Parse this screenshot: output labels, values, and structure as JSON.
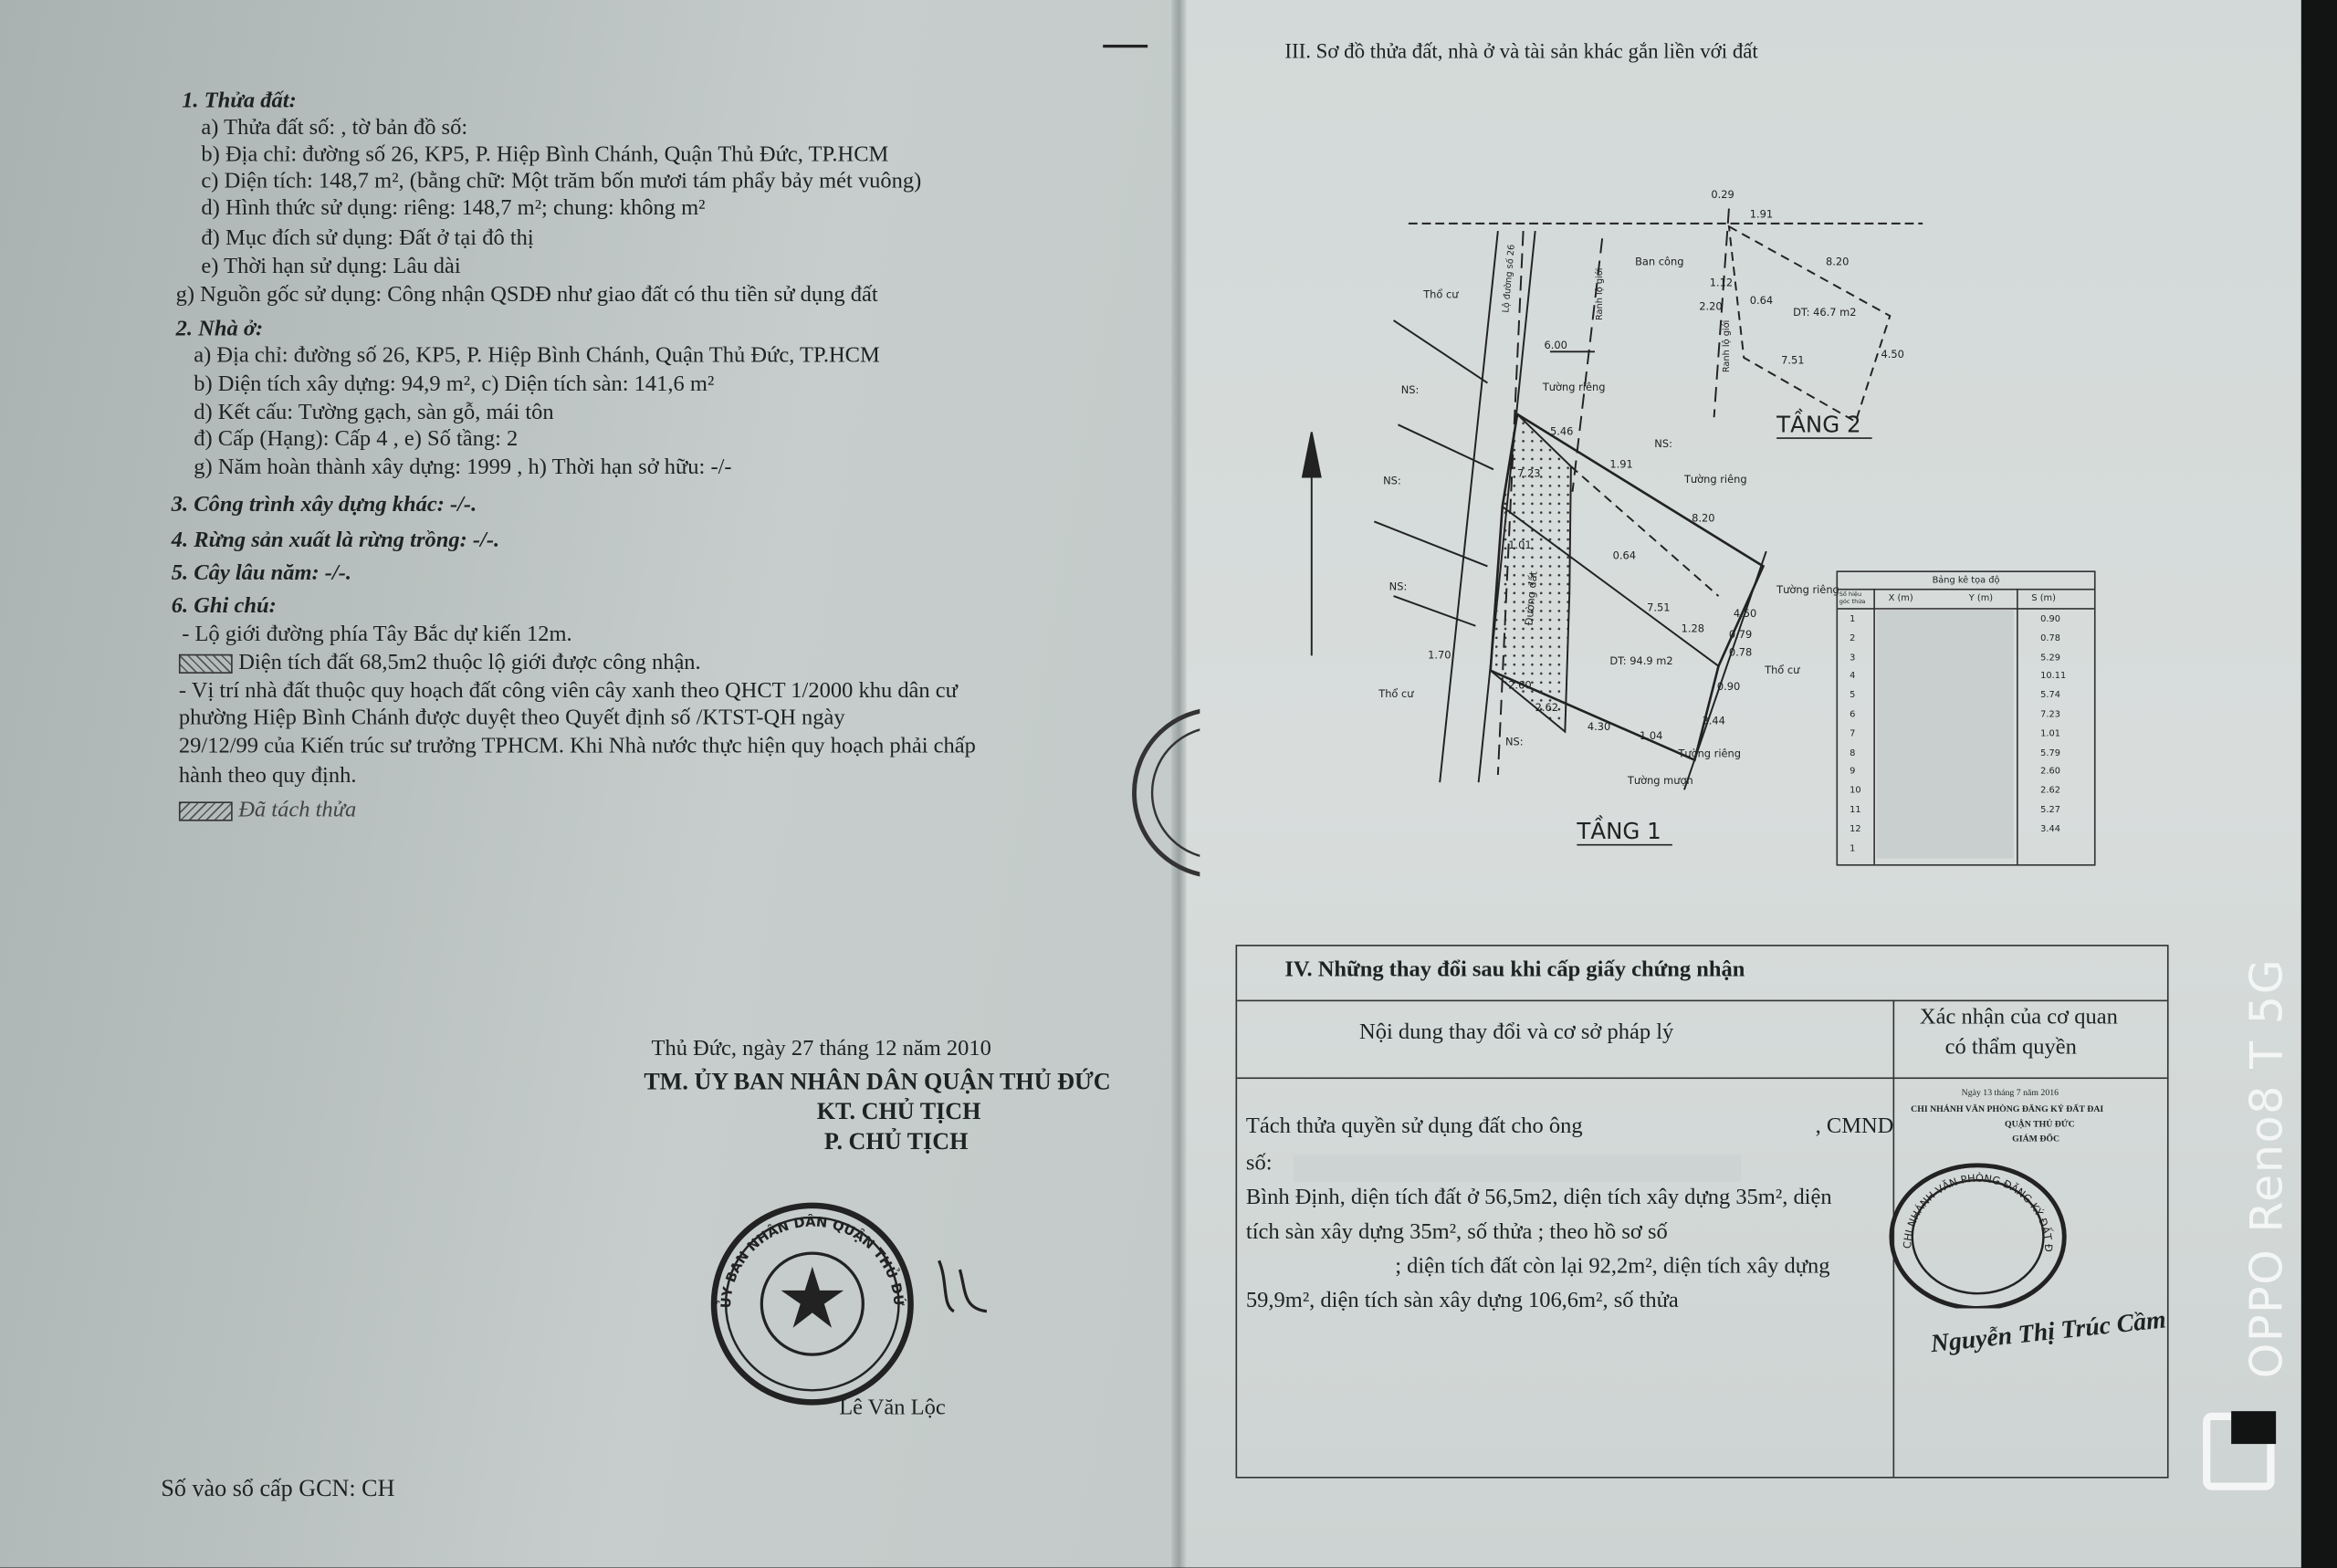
{
  "left_page": {
    "s1_title": "1. Thửa đất:",
    "s1_a": "a) Thửa đất số:                      , tờ bản đồ số:",
    "s1_b": "b) Địa chỉ:          đường số 26, KP5, P. Hiệp Bình Chánh, Quận Thủ Đức, TP.HCM",
    "s1_c": "c) Diện tích:          148,7    m², (bằng chữ: Một trăm bốn mươi tám phẩy bảy mét vuông)",
    "s1_d": "d) Hình thức sử dụng: riêng:  148,7          m²; chung:    không            m²",
    "s1_dd": "đ) Mục đích sử dụng:  Đất ở tại đô thị",
    "s1_e": "e) Thời hạn sử dụng:  Lâu dài",
    "s1_g": "g) Nguồn gốc sử dụng:  Công nhận QSDĐ như giao đất có thu tiền sử dụng đất",
    "s2_title": "2. Nhà ở:",
    "s2_a": "a) Địa chỉ:          đường số 26, KP5, P. Hiệp Bình Chánh, Quận Thủ Đức, TP.HCM",
    "s2_b": "b) Diện tích xây dựng:              94,9            m², c) Diện tích sàn:  141,6         m²",
    "s2_d": "d) Kết cấu: Tường gạch, sàn gỗ, mái tôn",
    "s2_dd": "đ) Cấp (Hạng):  Cấp 4            , e) Số tầng:  2",
    "s2_g": "g) Năm hoàn thành xây dựng: 1999                  , h) Thời hạn sở hữu:  -/-",
    "s3": "3. Công trình xây dựng khác: -/-.",
    "s4": "4. Rừng sản xuất là rừng trồng: -/-.",
    "s5": "5. Cây lâu năm: -/-.",
    "s6_title": "6. Ghi chú:",
    "note1": "- Lộ giới đường phía Tây Bắc dự kiến 12m.",
    "note2": "Diện tích đất 68,5m2 thuộc lộ giới được công nhận.",
    "note3_l1": "- Vị trí nhà đất thuộc quy hoạch đất công viên cây xanh theo QHCT 1/2000 khu dân cư",
    "note3_l2": "phường Hiệp Bình Chánh được duyệt theo Quyết định số            /KTST-QH ngày",
    "note3_l3": "29/12/99 của Kiến trúc sư trưởng TPHCM. Khi Nhà nước thực hiện quy hoạch phải chấp",
    "note3_l4": "hành theo quy định.",
    "note_handwritten": "Đã tách thửa",
    "date_line": "Thủ Đức, ngày 27 tháng 12 năm 2010",
    "org": "TM. ỦY BAN NHÂN DÂN  QUẬN THỦ ĐỨC",
    "role1": "KT. CHỦ TỊCH",
    "role2": "P. CHỦ TỊCH",
    "stamp_text": "ỦY BAN NHÂN DÂN QUẬN THỦ ĐỨC - TP HỒ CHÍ MINH",
    "signer": "Lê Văn Lộc",
    "registry": "Số vào sổ cấp GCN: CH"
  },
  "right_page": {
    "s3_title": "III. Sơ đồ thửa đất, nhà ở và tài sản khác gắn liền với đất",
    "diagram": {
      "floor2": "TẦNG 2",
      "floor1": "TẦNG 1",
      "thocu": "Thổ cư",
      "ns": "NS:",
      "road": "Đường đất",
      "road_top": "Lộ đường số 26",
      "setback": "Ranh lộ giới",
      "balcony": "Ban công",
      "area2": "DT: 46.7 m2",
      "area1": "DT: 94.9 m2",
      "wall_own": "Tường riêng",
      "wall_borrowed": "Tường mượn",
      "d600": "6.00",
      "d029": "0.29",
      "d191": "1.91",
      "d820": "8.20",
      "d112": "1.12",
      "d220": "2.20",
      "d064": "0.64",
      "d751": "7.51",
      "d450": "4.50",
      "d546": "5.46",
      "d723": "7.23",
      "d101": "1.01",
      "d079": "0.79",
      "d078": "0.78",
      "d090": "0.90",
      "d344": "3.44",
      "d260": "2.60",
      "d262": "2.62",
      "d430": "4.30",
      "d104": "1.04",
      "d170": "1.70",
      "d128": "1.28"
    },
    "coord_table": {
      "title": "Bảng kê tọa độ",
      "col_point": "Số hiệu góc thửa",
      "col_x": "X (m)",
      "col_y": "Y (m)",
      "col_s": "S (m)",
      "rows": [
        {
          "p": "1",
          "s": "0.90"
        },
        {
          "p": "2",
          "s": "0.78"
        },
        {
          "p": "3",
          "s": "5.29"
        },
        {
          "p": "4",
          "s": "10.11"
        },
        {
          "p": "5",
          "s": "5.74"
        },
        {
          "p": "6",
          "s": "7.23"
        },
        {
          "p": "7",
          "s": "1.01"
        },
        {
          "p": "8",
          "s": "5.79"
        },
        {
          "p": "9",
          "s": "2.60"
        },
        {
          "p": "10",
          "s": "2.62"
        },
        {
          "p": "11",
          "s": "5.27"
        },
        {
          "p": "12",
          "s": "3.44"
        },
        {
          "p": "1",
          "s": ""
        }
      ]
    },
    "s4_title": "IV. Những thay đổi sau khi cấp giấy chứng nhận",
    "col_content": "Nội dung thay đổi và cơ sở pháp lý",
    "col_confirm_l1": "Xác nhận của cơ quan",
    "col_confirm_l2": "có thẩm quyền",
    "change_l1a": "Tách thửa quyền sử dụng đất cho ông",
    "change_l1b": ", CMND",
    "change_l2": "số:",
    "change_l3": "Bình Định, diện tích đất ở 56,5m2, diện tích xây dựng 35m², diện",
    "change_l4": "tích sàn xây dựng 35m², số thửa       ; theo hồ sơ số",
    "change_l5": "; diện tích đất còn lại 92,2m², diện tích xây dựng",
    "change_l6": "59,9m², diện tích sàn xây dựng 106,6m², số thửa",
    "confirm_date": "Ngày 13 tháng 7 năm 2016",
    "confirm_org": "CHI NHÁNH VĂN PHÒNG ĐĂNG KÝ ĐẤT ĐAI",
    "confirm_org2": "QUẬN THỦ ĐỨC",
    "confirm_role": "GIÁM ĐỐC",
    "confirm_stamp": "CHI NHÁNH VĂN PHÒNG ĐĂNG KÝ ĐẤT ĐAI Q.THỦ ĐỨC",
    "confirm_signer": "Nguyễn Thị Trúc Cầm"
  },
  "camera_watermark": "OPPO Reno8 T 5G"
}
